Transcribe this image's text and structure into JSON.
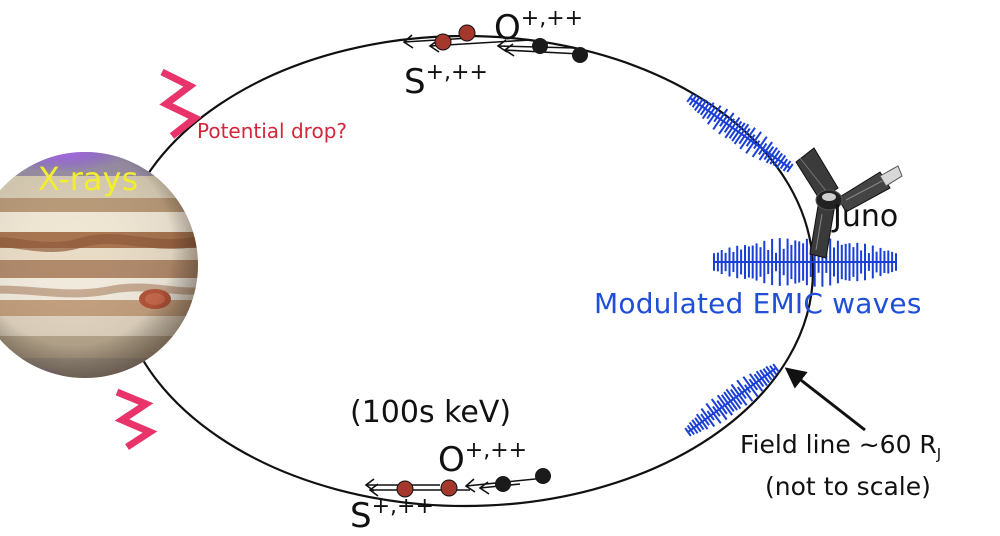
{
  "labels": {
    "xrays": "X-rays",
    "potential_drop": "Potential drop?",
    "juno": "Juno",
    "emic": "Modulated EMIC waves",
    "energy": "(100s keV)",
    "field_line_main": "Field line ~60 R",
    "field_line_sub": "J",
    "not_to_scale": "(not to scale)",
    "ion_o_top": {
      "base": "O",
      "charge": "+,++"
    },
    "ion_s_top": {
      "base": "S",
      "charge": "+,++"
    },
    "ion_o_bottom": {
      "base": "O",
      "charge": "+,++"
    },
    "ion_s_bottom": {
      "base": "S",
      "charge": "+,++"
    }
  },
  "colors": {
    "wave_blue": "#1a3fd6",
    "emic_text": "#1f4fd8",
    "xray_yellow": "#f2ee2e",
    "potential_red": "#d4263a",
    "zigzag_pink": "#e8336b",
    "sulfur_ion": "#a5382c",
    "oxygen_ion": "#1a1a1a",
    "field_line": "#111111"
  }
}
